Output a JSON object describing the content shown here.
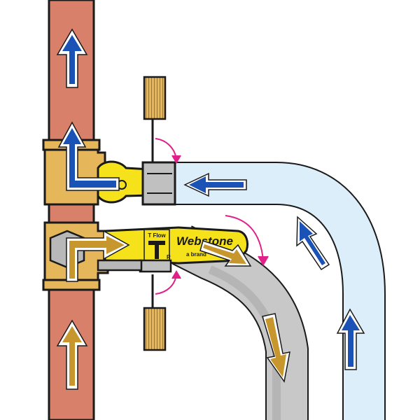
{
  "labels": {
    "handle_brand": "Webstone",
    "handle_sub": "a brand",
    "tflow_top": "T Flow",
    "tflow_r": "R"
  },
  "colors": {
    "copper_pipe": "#d9806a",
    "brass": "#e6b75a",
    "handle_yellow": "#f5e21b",
    "cold_hose": "#dceefa",
    "gray_hose": "#c8c8c8",
    "arrow_blue": "#1a53b5",
    "arrow_gold": "#c7962c",
    "magenta_arrow": "#e0218a",
    "outline": "#1a1a1a"
  },
  "icons": {
    "copper_up": "arrow-up-icon",
    "gold_flow": "arrow-flow-icon",
    "rotation": "curved-arrow-icon"
  }
}
